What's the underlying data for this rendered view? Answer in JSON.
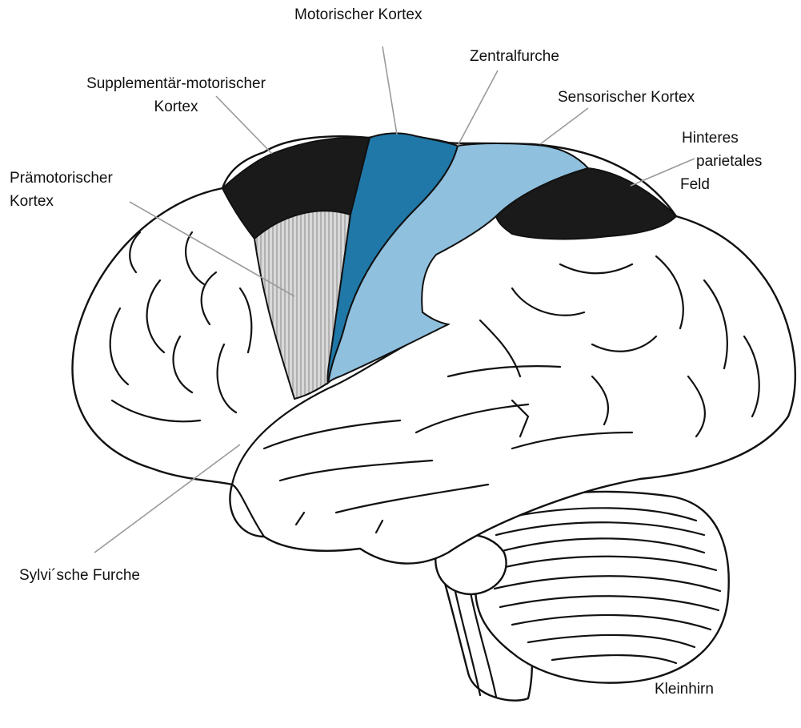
{
  "labels": {
    "motor_cortex": "Motorischer Kortex",
    "central_sulcus": "Zentralfurche",
    "supplementary_line1": "Supplementär-motorischer",
    "supplementary_line2": "Kortex",
    "sensory_cortex": "Sensorischer Kortex",
    "posterior_parietal_line1": "Hinteres",
    "posterior_parietal_line2": "parietales",
    "posterior_parietal_line3": "Feld",
    "premotor_line1": "Prämotorischer",
    "premotor_line2": "Kortex",
    "sylvian_fissure": "Sylvi´sche Furche",
    "cerebellum": "Kleinhirn"
  },
  "colors": {
    "motor_cortex_fill": "#1f78a8",
    "sensory_cortex_fill": "#8fc0de",
    "dark_area_fill": "#1a1a1a",
    "premotor_fill": "#cfcfcf",
    "leader_line": "#9a9a9a"
  }
}
